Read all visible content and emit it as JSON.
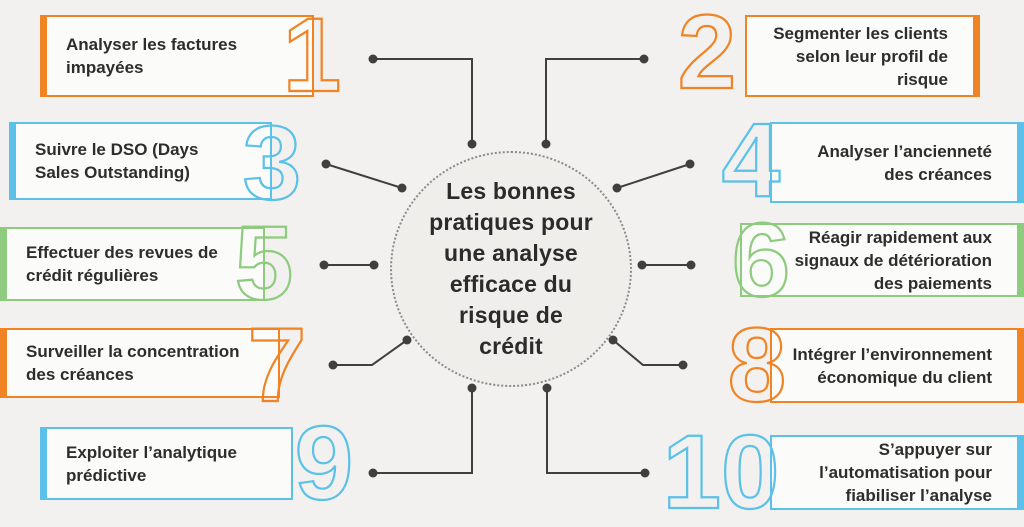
{
  "center": {
    "title_lines": [
      "Les bonnes",
      "pratiques pour",
      "une analyse",
      "efficace du",
      "risque de",
      "crédit"
    ]
  },
  "colors": {
    "orange": "#F08425",
    "blue": "#5BC1E8",
    "green": "#8ECB7F",
    "connector": "#3F3F3F",
    "text": "#2D2D2D",
    "background": "#F2F1EF",
    "box_fill": "#FBFBFA"
  },
  "items": [
    {
      "number": "1",
      "color": "orange",
      "lines": [
        "Analyser les factures",
        "impayées"
      ]
    },
    {
      "number": "2",
      "color": "orange",
      "lines": [
        "Segmenter les clients",
        "selon leur profil de",
        "risque"
      ]
    },
    {
      "number": "3",
      "color": "blue",
      "lines": [
        "Suivre le DSO (Days",
        "Sales Outstanding)"
      ]
    },
    {
      "number": "4",
      "color": "blue",
      "lines": [
        "Analyser l’ancienneté",
        "des créances"
      ]
    },
    {
      "number": "5",
      "color": "green",
      "lines": [
        "Effectuer des revues de",
        "crédit régulières"
      ]
    },
    {
      "number": "6",
      "color": "green",
      "lines": [
        "Réagir rapidement aux",
        "signaux de détérioration",
        "des paiements"
      ]
    },
    {
      "number": "7",
      "color": "orange",
      "lines": [
        "Surveiller la concentration",
        "des créances"
      ]
    },
    {
      "number": "8",
      "color": "orange",
      "lines": [
        "Intégrer l’environnement",
        "économique du client"
      ]
    },
    {
      "number": "9",
      "color": "blue",
      "lines": [
        "Exploiter l’analytique",
        "prédictive"
      ]
    },
    {
      "number": "10",
      "color": "blue",
      "lines": [
        "S’appuyer sur",
        "l’automatisation pour",
        "fiabiliser l’analyse"
      ]
    }
  ]
}
